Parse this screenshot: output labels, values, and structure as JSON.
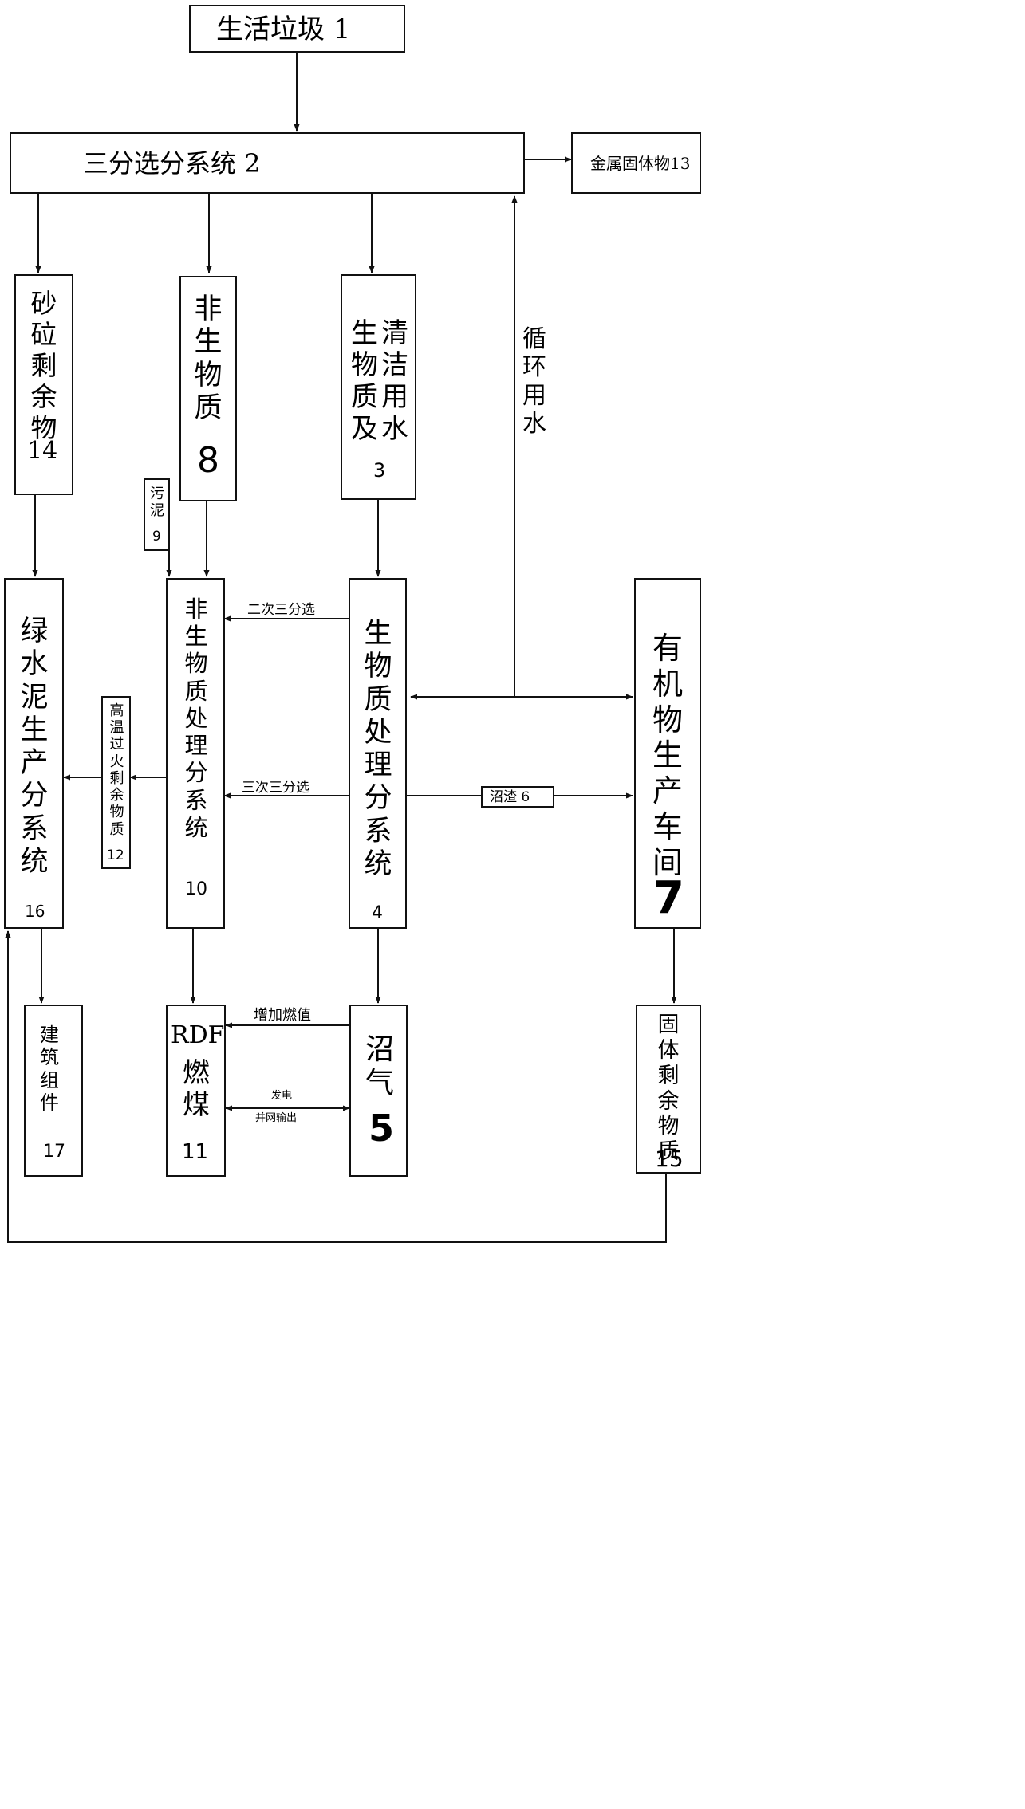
{
  "nodes": {
    "household_waste": "生活垃圾 1",
    "three_sort": "三分选分系统 2",
    "metal_solids": "金属固体物13",
    "sand_residue": "砂砬剩余物",
    "sand_residue_num": "14",
    "non_bio": "非生物质",
    "non_bio_num": "8",
    "clean_bio_col1": "清洁用水",
    "clean_bio_col2": "生物质及",
    "clean_bio_num": "3",
    "recycle_water": "循环用水",
    "sludge": "污泥",
    "sludge_num": "9",
    "green_cement": "绿水泥生产分系统",
    "green_cement_num": "16",
    "non_bio_proc": "非生物质处理分系统",
    "non_bio_proc_num": "10",
    "bio_proc": "生物质处理分系统",
    "bio_proc_num": "4",
    "organic_plant": "有机物生产车间",
    "organic_plant_num": "7",
    "overfire_residue": "高温过火剩余物质",
    "overfire_residue_num": "12",
    "building": "建筑组件",
    "building_num": "17",
    "rdf_line1": "RDF",
    "rdf_line2": "燃煤",
    "rdf_num": "11",
    "biogas": "沼气",
    "biogas_num": "5",
    "solid_residue": "固体剩余物质",
    "solid_residue_num": "15"
  },
  "edge_labels": {
    "second_sort": "二次三分选",
    "third_sort": "三次三分选",
    "digestate": "沼渣 6",
    "increase_heat": "增加燃值",
    "power_line1": "发电",
    "power_line2": "并网输出"
  }
}
